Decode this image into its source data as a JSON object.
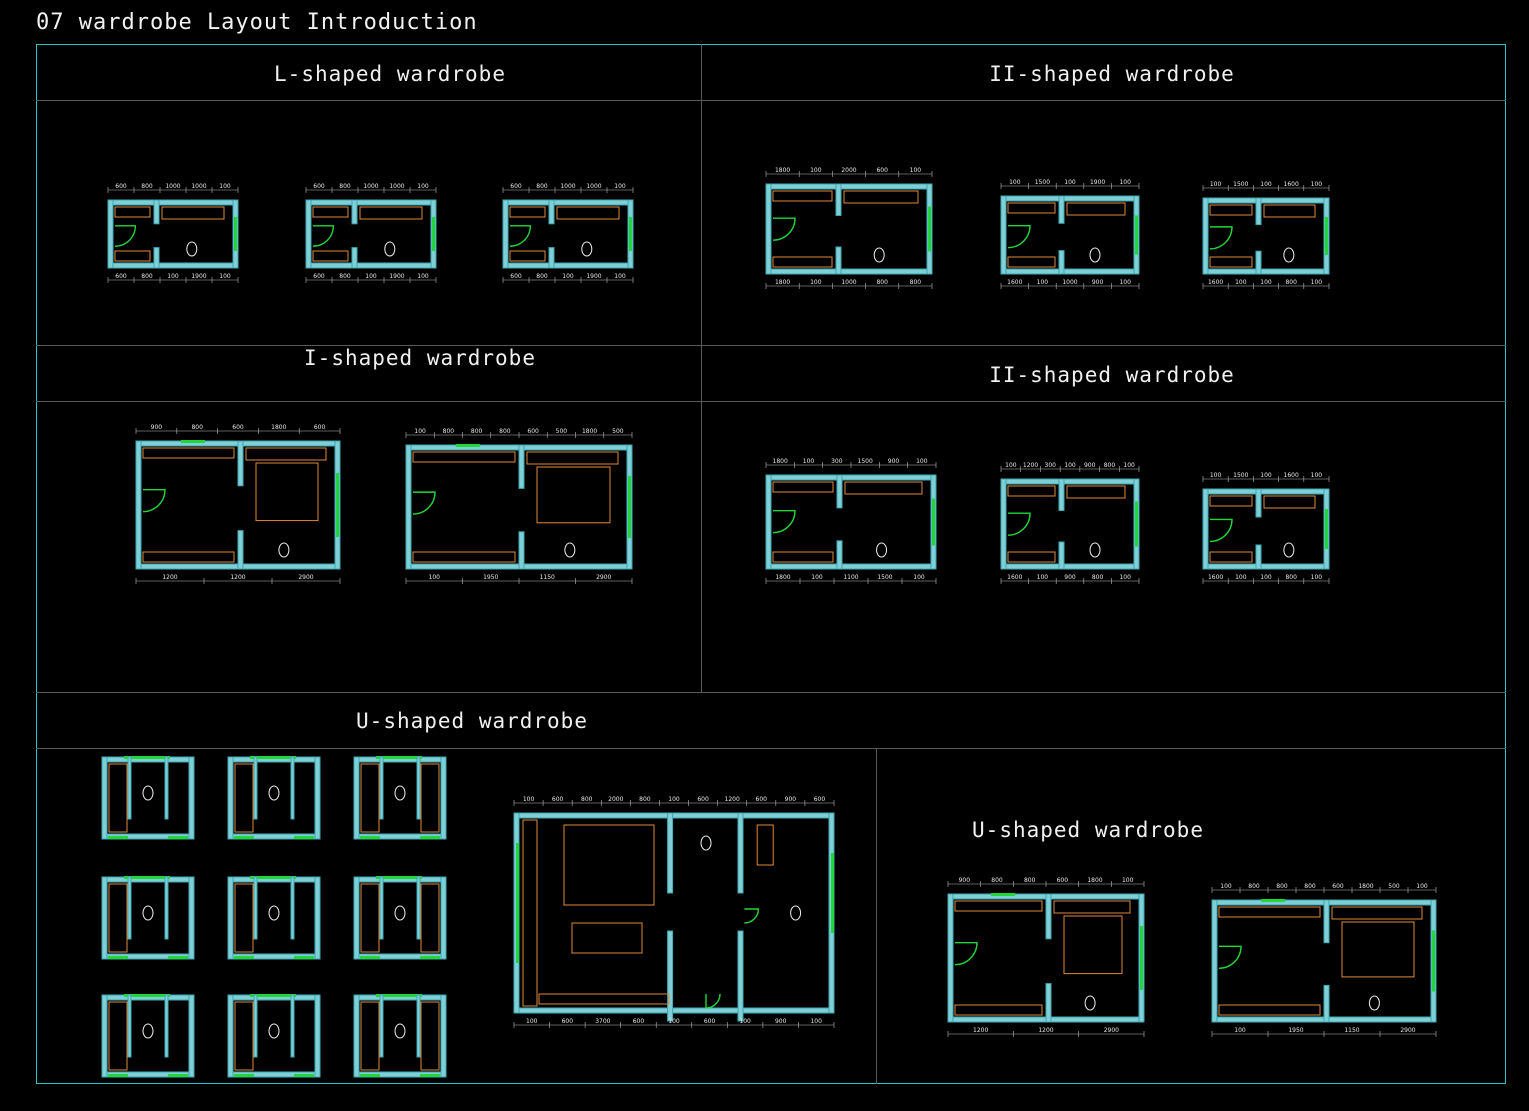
{
  "page": {
    "title": "07 wardrobe Layout Introduction"
  },
  "colors": {
    "wall": "#3ea7b3",
    "wall_fill": "#7ecfd6",
    "frame": "#2ec4c4",
    "fixture": "#e08a3a",
    "door": "#22d63a",
    "dim": "#e8e8e8",
    "divider": "#5a5a5a"
  },
  "sections": [
    {
      "id": "l-shaped",
      "title": "L-shaped wardrobe"
    },
    {
      "id": "ii-shaped-top",
      "title": "II-shaped wardrobe"
    },
    {
      "id": "i-shaped",
      "title": "I-shaped wardrobe"
    },
    {
      "id": "ii-shaped-mid",
      "title": "II-shaped wardrobe"
    },
    {
      "id": "u-shaped-left",
      "title": "U-shaped wardrobe"
    },
    {
      "id": "u-shaped-right",
      "title": "U-shaped wardrobe"
    }
  ],
  "plans": {
    "l1": {
      "top": [
        "600",
        "800",
        "1000",
        "1000",
        "100"
      ],
      "bottom": [
        "600",
        "800",
        "100",
        "1900",
        "100"
      ]
    },
    "l2": {
      "top": [
        "600",
        "800",
        "1000",
        "1000",
        "100"
      ],
      "bottom": [
        "600",
        "800",
        "100",
        "1900",
        "100"
      ]
    },
    "l3": {
      "top": [
        "600",
        "800",
        "1000",
        "1000",
        "100"
      ],
      "bottom": [
        "600",
        "800",
        "100",
        "1900",
        "100"
      ]
    },
    "ii1": {
      "top": [
        "1800",
        "100",
        "2000",
        "600",
        "100"
      ],
      "bottom": [
        "1800",
        "100",
        "1000",
        "800",
        "800"
      ]
    },
    "ii2": {
      "top": [
        "100",
        "1500",
        "100",
        "1900",
        "100"
      ],
      "bottom": [
        "1600",
        "100",
        "1000",
        "900",
        "100"
      ]
    },
    "ii3": {
      "top": [
        "100",
        "1500",
        "100",
        "1600",
        "100"
      ],
      "bottom": [
        "1600",
        "100",
        "100",
        "800",
        "100"
      ]
    },
    "i1": {
      "top": [
        "900",
        "800",
        "600",
        "1800",
        "600"
      ],
      "bottom": [
        "1200",
        "1200",
        "2900"
      ]
    },
    "i2": {
      "top": [
        "100",
        "800",
        "800",
        "800",
        "600",
        "500",
        "1800",
        "500"
      ],
      "bottom": [
        "100",
        "1950",
        "1150",
        "2900"
      ]
    },
    "ii4": {
      "top": [
        "1800",
        "100",
        "300",
        "1500",
        "900",
        "100"
      ],
      "bottom": [
        "1800",
        "100",
        "1100",
        "1500",
        "100"
      ]
    },
    "ii5": {
      "top": [
        "100",
        "1200",
        "300",
        "100",
        "900",
        "800",
        "100"
      ],
      "bottom": [
        "1600",
        "100",
        "900",
        "800",
        "100"
      ]
    },
    "ii6": {
      "top": [
        "100",
        "1500",
        "100",
        "1600",
        "100"
      ],
      "bottom": [
        "1600",
        "100",
        "100",
        "800",
        "100"
      ]
    },
    "u_big": {
      "top": [
        "100",
        "600",
        "800",
        "2000",
        "800",
        "100",
        "600",
        "1200",
        "600",
        "900",
        "600"
      ],
      "bottom": [
        "100",
        "600",
        "3700",
        "600",
        "100",
        "600",
        "100",
        "900",
        "100"
      ]
    },
    "u1": {
      "top": [
        "900",
        "800",
        "800",
        "600",
        "1800",
        "100"
      ],
      "bottom": [
        "1200",
        "1200",
        "2900"
      ]
    },
    "u2": {
      "top": [
        "100",
        "800",
        "800",
        "800",
        "600",
        "1800",
        "500",
        "100"
      ],
      "bottom": [
        "100",
        "1950",
        "1150",
        "2900"
      ]
    }
  }
}
